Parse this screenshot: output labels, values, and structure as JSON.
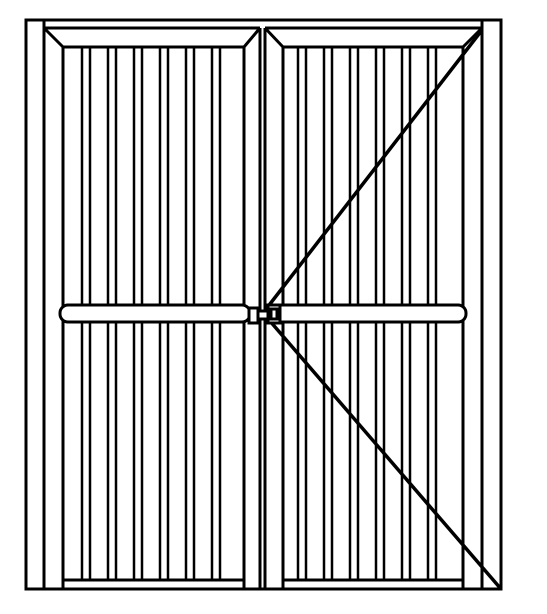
{
  "drawing": {
    "subject": "double-door-elevation",
    "colors": {
      "line": "#000000",
      "fill": "#ffffff"
    },
    "left_leaf": {
      "vertical_board_count": 9,
      "has_crossbar": true,
      "has_swing_indicator": false
    },
    "right_leaf": {
      "vertical_board_count": 9,
      "has_crossbar": true,
      "has_swing_indicator": true
    },
    "latch": {
      "type": "center-latch",
      "icon": "latch-icon"
    }
  }
}
